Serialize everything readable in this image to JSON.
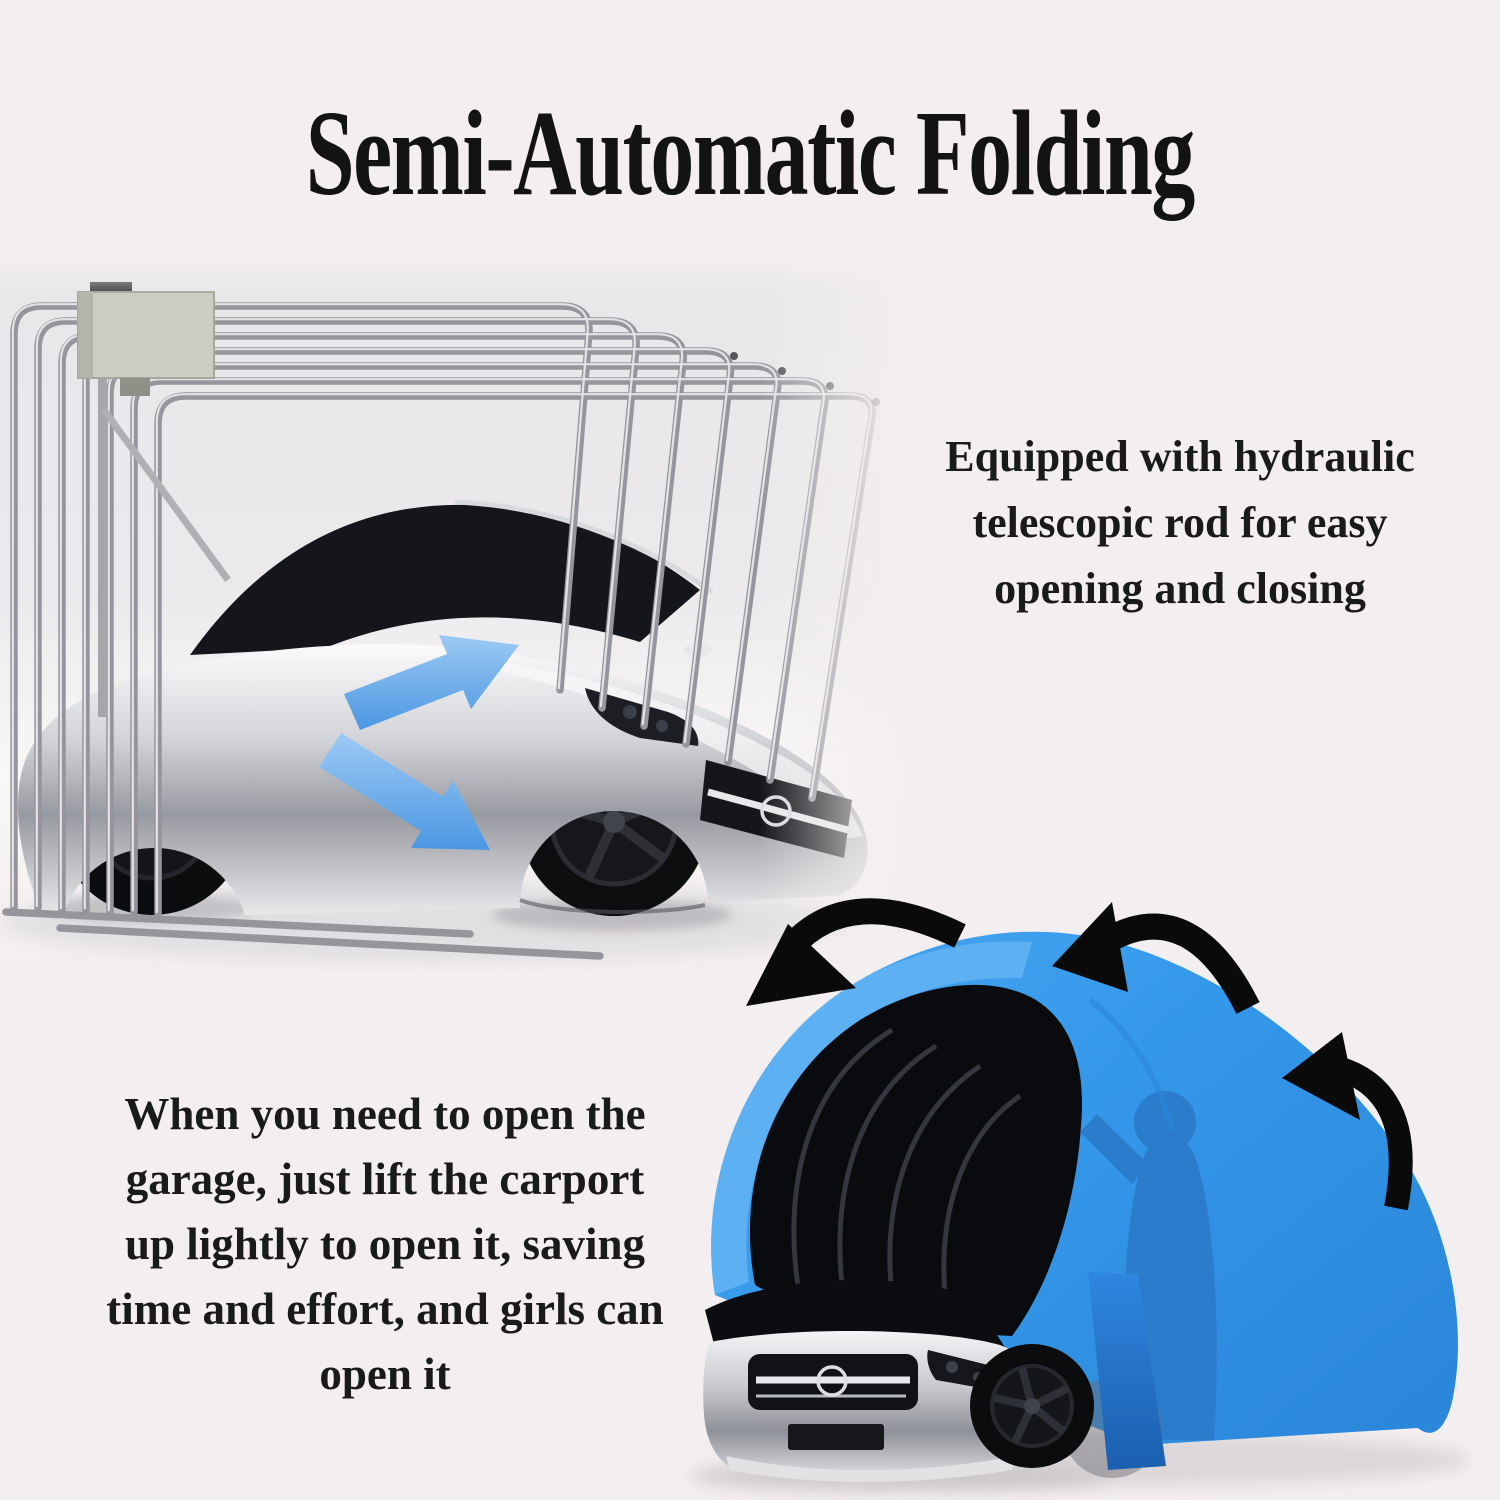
{
  "page": {
    "background_color": "#f3eeef"
  },
  "title": {
    "text": "Semi-Automatic Folding",
    "color": "#131313"
  },
  "feature_top": {
    "color": "#1a1a1a",
    "lines": [
      "Equipped with hydraulic",
      "telescopic rod for easy",
      "opening and closing"
    ]
  },
  "feature_bottom": {
    "color": "#1a1a1a",
    "lines": [
      "When you need to open the",
      "garage, just lift the carport",
      "up lightly to open it, saving",
      "time and effort, and girls can",
      "open it"
    ]
  },
  "photo_frame": {
    "subject": "silver-car-inside-folded-carport-frame",
    "frame_color": "#a0a0a5",
    "motor_box_color": "#cbcdc1",
    "blue_arrow_color": "#4b97e2"
  },
  "photo_canopy": {
    "subject": "blue-carport-canopy-lifting-over-car",
    "canopy_color": "#3498ea",
    "canopy_shadow_color": "#2b7ccc",
    "black_arrow_color": "#0a0a0a"
  }
}
